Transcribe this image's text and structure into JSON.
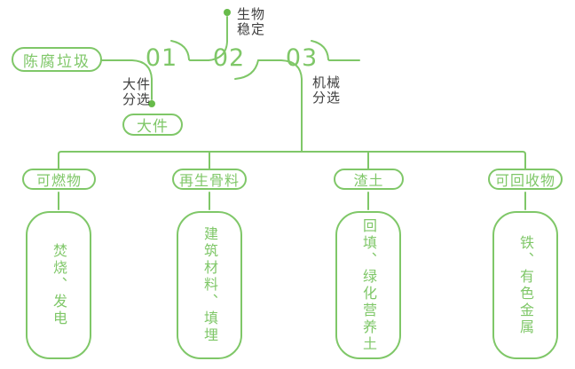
{
  "colors": {
    "green": "#7fc768",
    "dot_green": "#67bb4a",
    "label_dark": "#3e3e3e"
  },
  "flow": {
    "source_label": "陈腐垃圾",
    "steps": [
      {
        "number": "01",
        "side_label": "大件\n分选",
        "output_label": "大件"
      },
      {
        "number": "02",
        "top_label": "生物\n稳定"
      },
      {
        "number": "03",
        "side_label": "机械\n分选"
      }
    ]
  },
  "branches": [
    {
      "category": "可燃物",
      "result": "焚烧、发电"
    },
    {
      "category": "再生骨料",
      "result": "建筑材料、填埋"
    },
    {
      "category": "渣土",
      "result": "回填、绿化营养土"
    },
    {
      "category": "可回收物",
      "result": "铁、有色金属"
    }
  ]
}
